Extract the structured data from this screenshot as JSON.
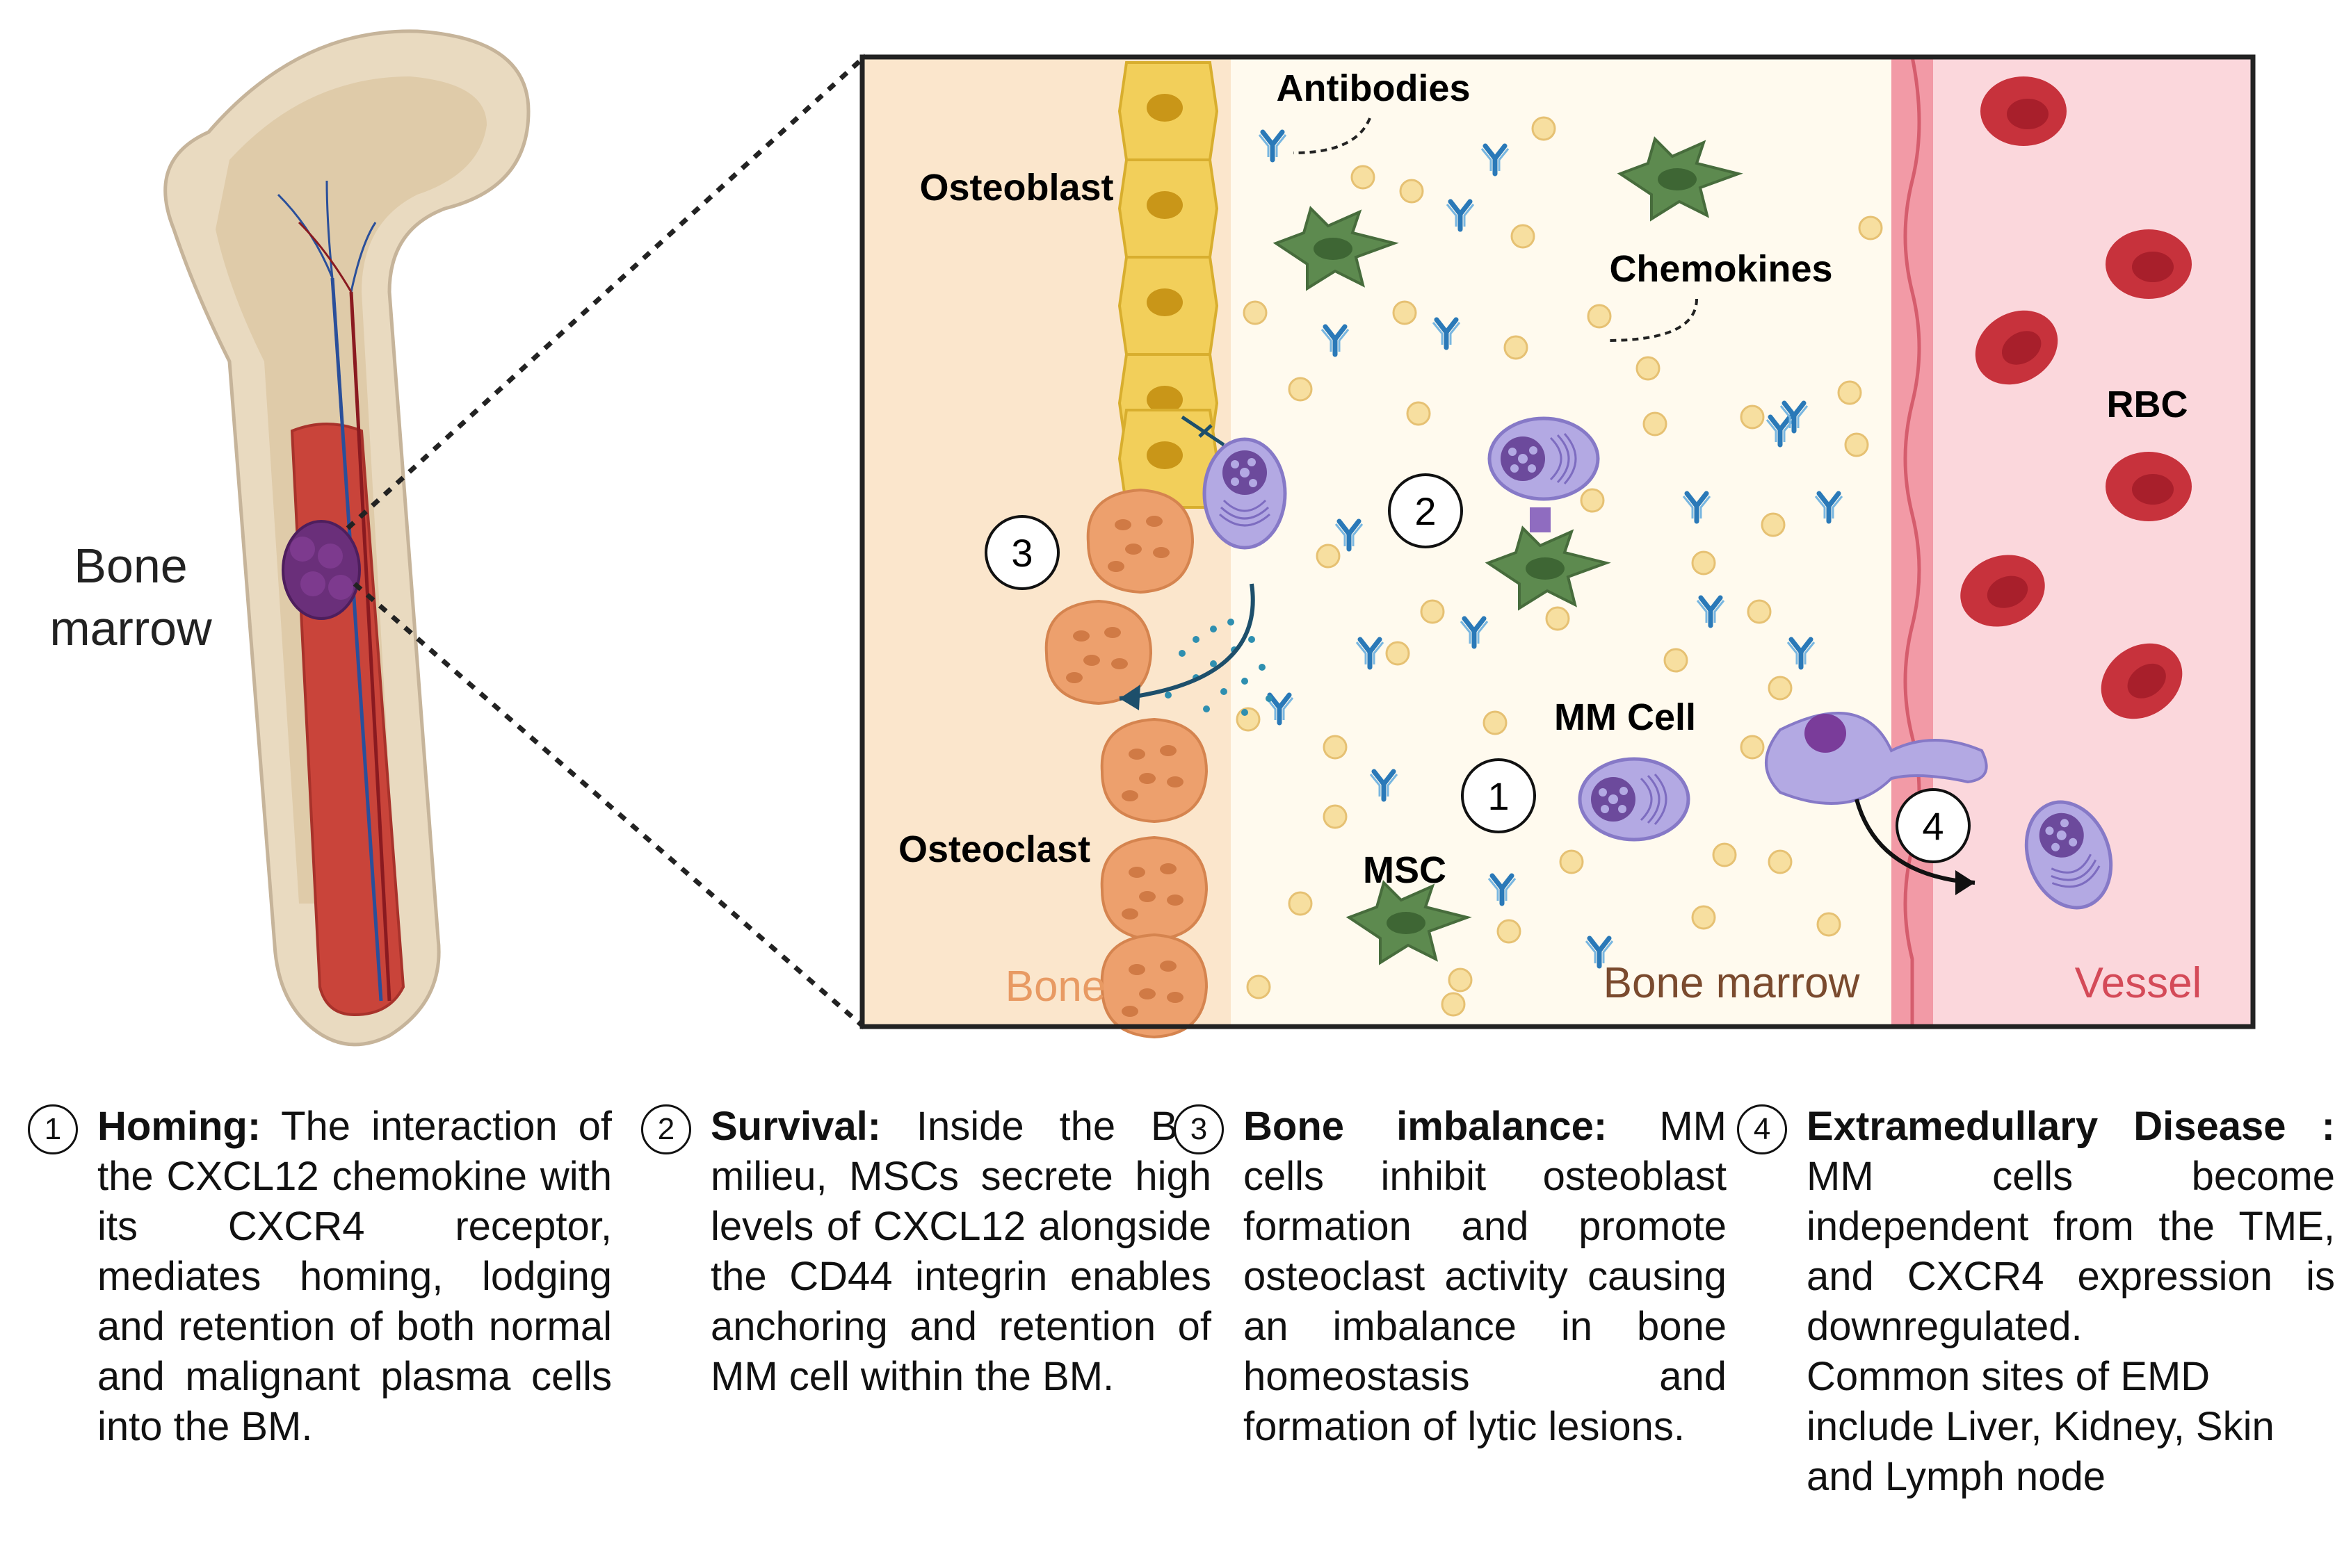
{
  "left_label": {
    "line1": "Bone",
    "line2": "marrow"
  },
  "panel_labels": {
    "antibodies": "Antibodies",
    "osteoblast": "Osteoblast",
    "chemokines": "Chemokines",
    "rbc": "RBC",
    "mm_cell": "MM Cell",
    "osteoclast": "Osteoclast",
    "msc": "MSC",
    "zone_bone": "Bone",
    "zone_bone_marrow": "Bone marrow",
    "zone_vessel": "Vessel"
  },
  "step_markers": {
    "one": "1",
    "two": "2",
    "three": "3",
    "four": "4"
  },
  "descriptions": [
    {
      "number": "1",
      "title": "Homing:",
      "body": "The interaction of the CXCL12 chemokine with its CXCR4 receptor, mediates homing, lodging and retention of both normal and malignant plasma cells into the BM."
    },
    {
      "number": "2",
      "title": "Survival:",
      "body": "Inside the BM milieu, MSCs secrete high levels of CXCL12 alongside the CD44 integrin enables anchoring and retention of MM cell within the BM."
    },
    {
      "number": "3",
      "title": "Bone imbalance:",
      "body": "MM cells inhibit osteoblast formation and promote osteoclast activity causing an imbalance in bone homeostasis and formation of lytic lesions."
    },
    {
      "number": "4",
      "title": "Extramedullary Disease :",
      "body": "MM cells become independent from the TME, and CXCR4 expression is downregulated.",
      "body2": "Common sites of EMD include Liver, Kidney, Skin and Lymph node"
    }
  ],
  "colors": {
    "bone_zone": "#fbe6cc",
    "marrow_zone": "#fffaee",
    "vessel_zone": "#fbd7dc",
    "osteoblast": "#f2cf5a",
    "osteoclast": "#eda06d",
    "msc": "#5d8a4f",
    "mm_cell": "#9b90d6",
    "rbc": "#c7323c",
    "antibody": "#2a79b8",
    "chemokine": "#f7dfa0",
    "bone_label": "#e89a63",
    "marrow_label": "#7a4a2e",
    "vessel_label": "#d44a58"
  },
  "icons": [
    "femur-icon",
    "osteoblast-cell-icon",
    "osteoclast-cell-icon",
    "msc-cell-icon",
    "mm-cell-icon",
    "rbc-icon",
    "antibody-icon",
    "chemokine-dot-icon",
    "endothelial-cell-icon"
  ]
}
